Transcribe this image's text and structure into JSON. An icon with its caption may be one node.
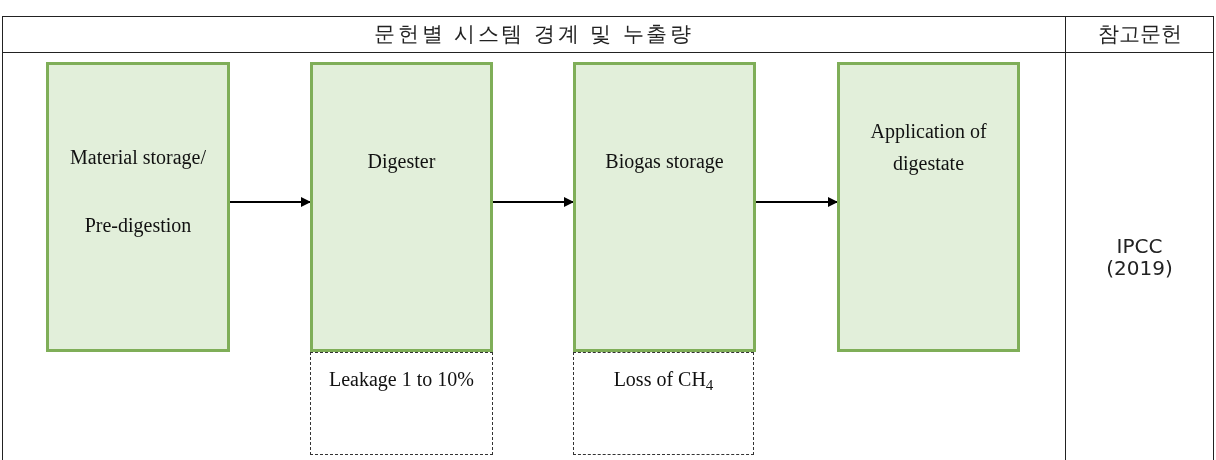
{
  "diagram": {
    "nodes": [
      {
        "text": [
          "Material storage/ Pre-digestion"
        ]
      },
      {
        "text": [
          "Digester"
        ]
      },
      {
        "text": [
          "Biogas storage"
        ]
      },
      {
        "text": [
          "Application of digestate"
        ]
      },
      {
        "text": [
          "Leakage 1 to 10%"
        ]
      },
      {
        "text": [
          "Loss of CH$_{4}$"
        ]
      }
    ],
    "edges": [
      {
        "from": 0,
        "to": 1,
        "arrow": "to"
      },
      {
        "from": 1,
        "to": 2,
        "arrow": "to"
      },
      {
        "from": 2,
        "to": 3,
        "arrow": "to"
      }
    ],
    "labels": [
      "문헌별 시스템 경계 및 누출량",
      "참고문헌",
      "IPCC (2019)"
    ]
  }
}
